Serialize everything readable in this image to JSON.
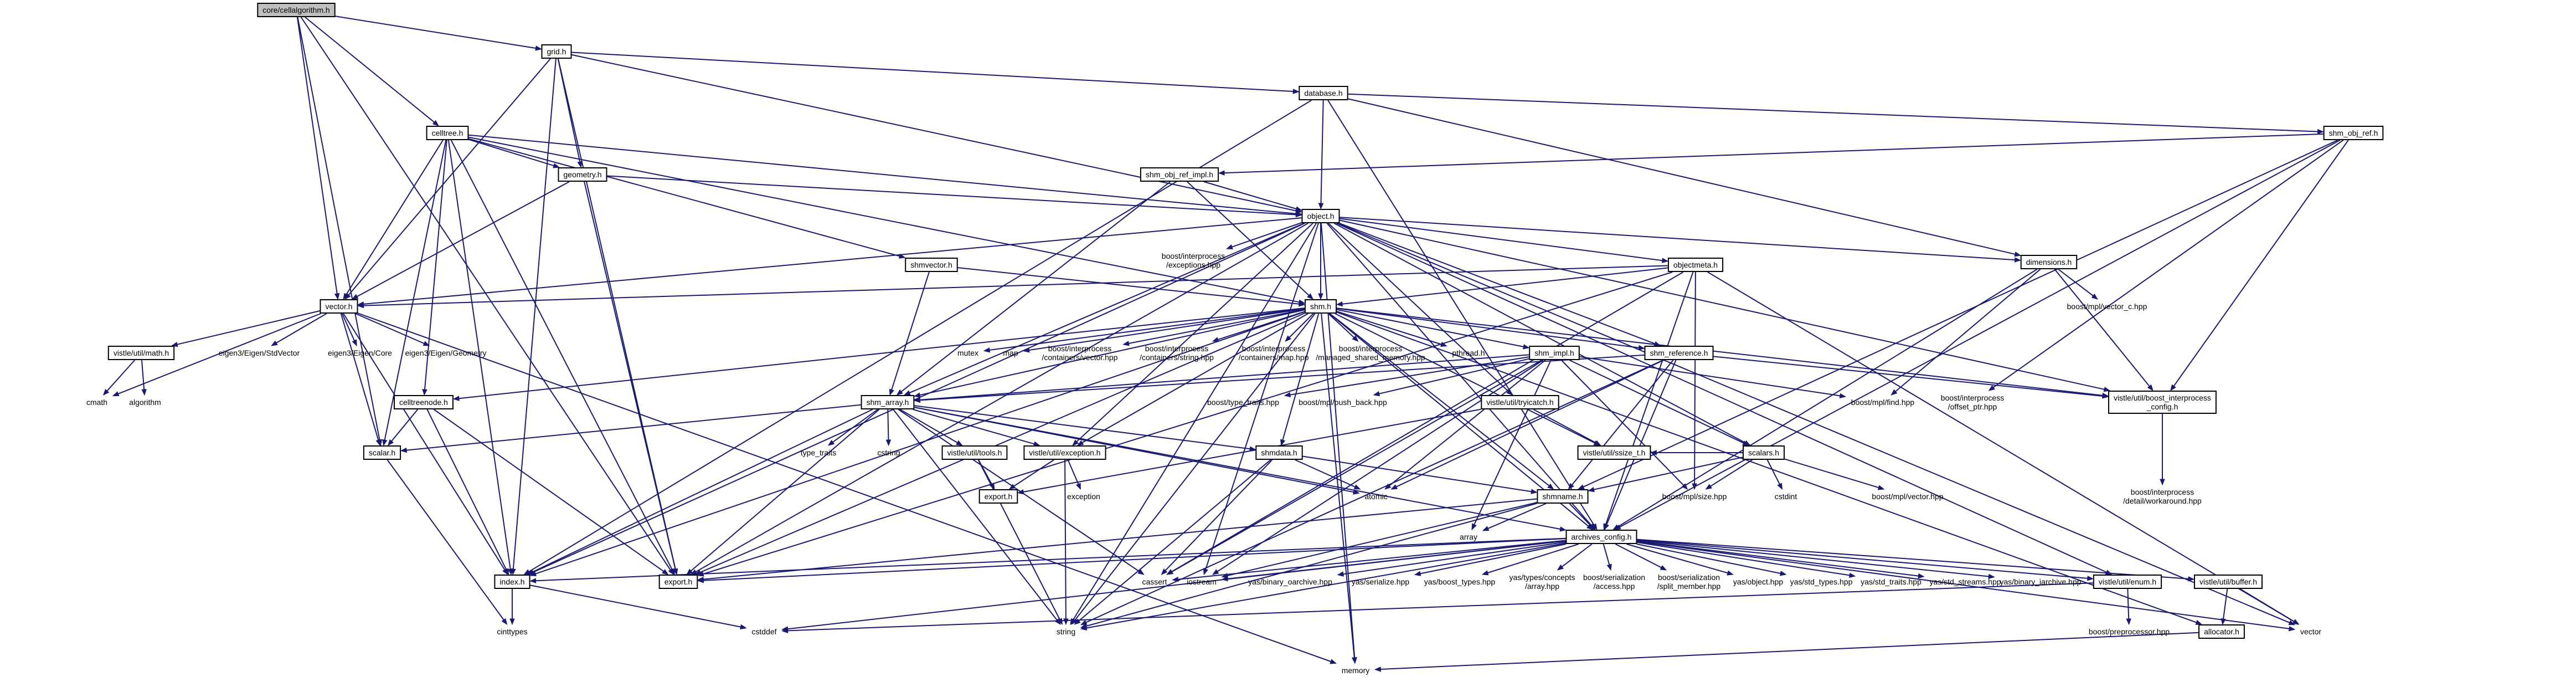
{
  "diagram": {
    "nodes": [
      {
        "id": "root",
        "label": [
          "core/cellalgorithm.h"
        ],
        "boxed": true,
        "root": true
      },
      {
        "id": "grid",
        "label": [
          "grid.h"
        ],
        "boxed": true
      },
      {
        "id": "celltree",
        "label": [
          "celltree.h"
        ],
        "boxed": true
      },
      {
        "id": "database",
        "label": [
          "database.h"
        ],
        "boxed": true
      },
      {
        "id": "geometry",
        "label": [
          "geometry.h"
        ],
        "boxed": true
      },
      {
        "id": "shmobjref",
        "label": [
          "shm_obj_ref.h"
        ],
        "boxed": true
      },
      {
        "id": "shmobjrefimpl",
        "label": [
          "shm_obj_ref_impl.h"
        ],
        "boxed": true
      },
      {
        "id": "object",
        "label": [
          "object.h"
        ],
        "boxed": true
      },
      {
        "id": "bie",
        "label": [
          "boost/interprocess",
          "/exceptions.hpp"
        ],
        "boxed": false
      },
      {
        "id": "shmvector",
        "label": [
          "shmvector.h"
        ],
        "boxed": true
      },
      {
        "id": "objectmeta",
        "label": [
          "objectmeta.h"
        ],
        "boxed": true
      },
      {
        "id": "dimensions",
        "label": [
          "dimensions.h"
        ],
        "boxed": true
      },
      {
        "id": "vector",
        "label": [
          "vector.h"
        ],
        "boxed": true
      },
      {
        "id": "shm",
        "label": [
          "shm.h"
        ],
        "boxed": true
      },
      {
        "id": "bmvc",
        "label": [
          "boost/mpl/vector_c.hpp"
        ],
        "boxed": false
      },
      {
        "id": "vmath",
        "label": [
          "vistle/util/math.h"
        ],
        "boxed": true
      },
      {
        "id": "stlvec",
        "label": [
          "eigen3/Eigen/StdVector"
        ],
        "boxed": false
      },
      {
        "id": "ecore",
        "label": [
          "eigen3/Eigen/Core"
        ],
        "boxed": false
      },
      {
        "id": "egeom",
        "label": [
          "eigen3/Eigen/Geometry"
        ],
        "boxed": false
      },
      {
        "id": "mutex",
        "label": [
          "mutex"
        ],
        "boxed": false
      },
      {
        "id": "map",
        "label": [
          "map"
        ],
        "boxed": false
      },
      {
        "id": "bicv",
        "label": [
          "boost/interprocess",
          "/containers/vector.hpp"
        ],
        "boxed": false
      },
      {
        "id": "bics",
        "label": [
          "boost/interprocess",
          "/containers/string.hpp"
        ],
        "boxed": false
      },
      {
        "id": "bicm",
        "label": [
          "boost/interprocess",
          "/containers/map.hpp"
        ],
        "boxed": false
      },
      {
        "id": "bimsm",
        "label": [
          "boost/interprocess",
          "/managed_shared_memory.hpp"
        ],
        "boxed": false
      },
      {
        "id": "pthread",
        "label": [
          "pthread.h"
        ],
        "boxed": false
      },
      {
        "id": "shmimpl",
        "label": [
          "shm_impl.h"
        ],
        "boxed": true
      },
      {
        "id": "shmref",
        "label": [
          "shm_reference.h"
        ],
        "boxed": true
      },
      {
        "id": "bmfind",
        "label": [
          "boost/mpl/find.hpp"
        ],
        "boxed": false
      },
      {
        "id": "bioffset",
        "label": [
          "boost/interprocess",
          "/offset_ptr.hpp"
        ],
        "boxed": false
      },
      {
        "id": "vubic",
        "label": [
          "vistle/util/boost_interprocess",
          "_config.h"
        ],
        "boxed": true
      },
      {
        "id": "cmath",
        "label": [
          "cmath"
        ],
        "boxed": false
      },
      {
        "id": "algorithm",
        "label": [
          "algorithm"
        ],
        "boxed": false
      },
      {
        "id": "celltreenode",
        "label": [
          "celltreenode.h"
        ],
        "boxed": true
      },
      {
        "id": "shmarray",
        "label": [
          "shm_array.h"
        ],
        "boxed": true
      },
      {
        "id": "btt",
        "label": [
          "boost/type_traits.hpp"
        ],
        "boxed": false
      },
      {
        "id": "bmpb",
        "label": [
          "boost/mpl/push_back.hpp"
        ],
        "boxed": false
      },
      {
        "id": "vutrycatch",
        "label": [
          "vistle/util/tryicatch.h"
        ],
        "boxed": true
      },
      {
        "id": "scalars",
        "label": [
          "scalars.h"
        ],
        "boxed": true
      },
      {
        "id": "bmsize",
        "label": [
          "boost/mpl/size.hpp"
        ],
        "boxed": false
      },
      {
        "id": "bmvector",
        "label": [
          "boost/mpl/vector.hpp"
        ],
        "boxed": false
      },
      {
        "id": "bidwa",
        "label": [
          "boost/interprocess",
          "/detail/workaround.hpp"
        ],
        "boxed": false
      },
      {
        "id": "scalar",
        "label": [
          "scalar.h"
        ],
        "boxed": true
      },
      {
        "id": "typetraits",
        "label": [
          "type_traits"
        ],
        "boxed": false
      },
      {
        "id": "cstring",
        "label": [
          "cstring"
        ],
        "boxed": false
      },
      {
        "id": "vutools",
        "label": [
          "vistle/util/tools.h"
        ],
        "boxed": true
      },
      {
        "id": "vuexception",
        "label": [
          "vistle/util/exception.h"
        ],
        "boxed": true
      },
      {
        "id": "shmdata",
        "label": [
          "shmdata.h"
        ],
        "boxed": true
      },
      {
        "id": "vussize",
        "label": [
          "vistle/util/ssize_t.h"
        ],
        "boxed": true
      },
      {
        "id": "cstdint",
        "label": [
          "cstdint"
        ],
        "boxed": false
      },
      {
        "id": "exporth",
        "label": [
          "export.h"
        ],
        "boxed": true
      },
      {
        "id": "exception",
        "label": [
          "exception"
        ],
        "boxed": false
      },
      {
        "id": "atomic",
        "label": [
          "atomic"
        ],
        "boxed": false
      },
      {
        "id": "shmname",
        "label": [
          "shmname.h"
        ],
        "boxed": true
      },
      {
        "id": "array",
        "label": [
          "array"
        ],
        "boxed": false
      },
      {
        "id": "archivesconfig",
        "label": [
          "archives_config.h"
        ],
        "boxed": true
      },
      {
        "id": "index",
        "label": [
          "index.h"
        ],
        "boxed": true
      },
      {
        "id": "export",
        "label": [
          "export.h"
        ],
        "boxed": true
      },
      {
        "id": "cassert",
        "label": [
          "cassert"
        ],
        "boxed": false
      },
      {
        "id": "iostream",
        "label": [
          "iostream"
        ],
        "boxed": false
      },
      {
        "id": "yasbo",
        "label": [
          "yas/binary_oarchive.hpp"
        ],
        "boxed": false
      },
      {
        "id": "yasser",
        "label": [
          "yas/serialize.hpp"
        ],
        "boxed": false
      },
      {
        "id": "yasbt",
        "label": [
          "yas/boost_types.hpp"
        ],
        "boxed": false
      },
      {
        "id": "yastc",
        "label": [
          "yas/types/concepts",
          "/array.hpp"
        ],
        "boxed": false
      },
      {
        "id": "bsa",
        "label": [
          "boost/serialization",
          "/access.hpp"
        ],
        "boxed": false
      },
      {
        "id": "bssm",
        "label": [
          "boost/serialization",
          "/split_member.hpp"
        ],
        "boxed": false
      },
      {
        "id": "yasobj",
        "label": [
          "yas/object.hpp"
        ],
        "boxed": false
      },
      {
        "id": "yasstd",
        "label": [
          "yas/std_types.hpp"
        ],
        "boxed": false
      },
      {
        "id": "yasstdt",
        "label": [
          "yas/std_traits.hpp"
        ],
        "boxed": false
      },
      {
        "id": "yasstds",
        "label": [
          "yas/std_streams.hpp"
        ],
        "boxed": false
      },
      {
        "id": "yasbi",
        "label": [
          "yas/binary_iarchive.hpp"
        ],
        "boxed": false
      },
      {
        "id": "vuenum",
        "label": [
          "vistle/util/enum.h"
        ],
        "boxed": true
      },
      {
        "id": "vubuffer",
        "label": [
          "vistle/util/buffer.h"
        ],
        "boxed": true
      },
      {
        "id": "string",
        "label": [
          "string"
        ],
        "boxed": false
      },
      {
        "id": "cstddef",
        "label": [
          "cstddef"
        ],
        "boxed": false
      },
      {
        "id": "cinttypes",
        "label": [
          "cinttypes"
        ],
        "boxed": false
      },
      {
        "id": "bpps",
        "label": [
          "boost/preprocessor.hpp"
        ],
        "boxed": false
      },
      {
        "id": "allocator",
        "label": [
          "allocator.h"
        ],
        "boxed": true
      },
      {
        "id": "stdvector",
        "label": [
          "vector"
        ],
        "boxed": false
      },
      {
        "id": "memory",
        "label": [
          "memory"
        ],
        "boxed": false
      }
    ]
  }
}
